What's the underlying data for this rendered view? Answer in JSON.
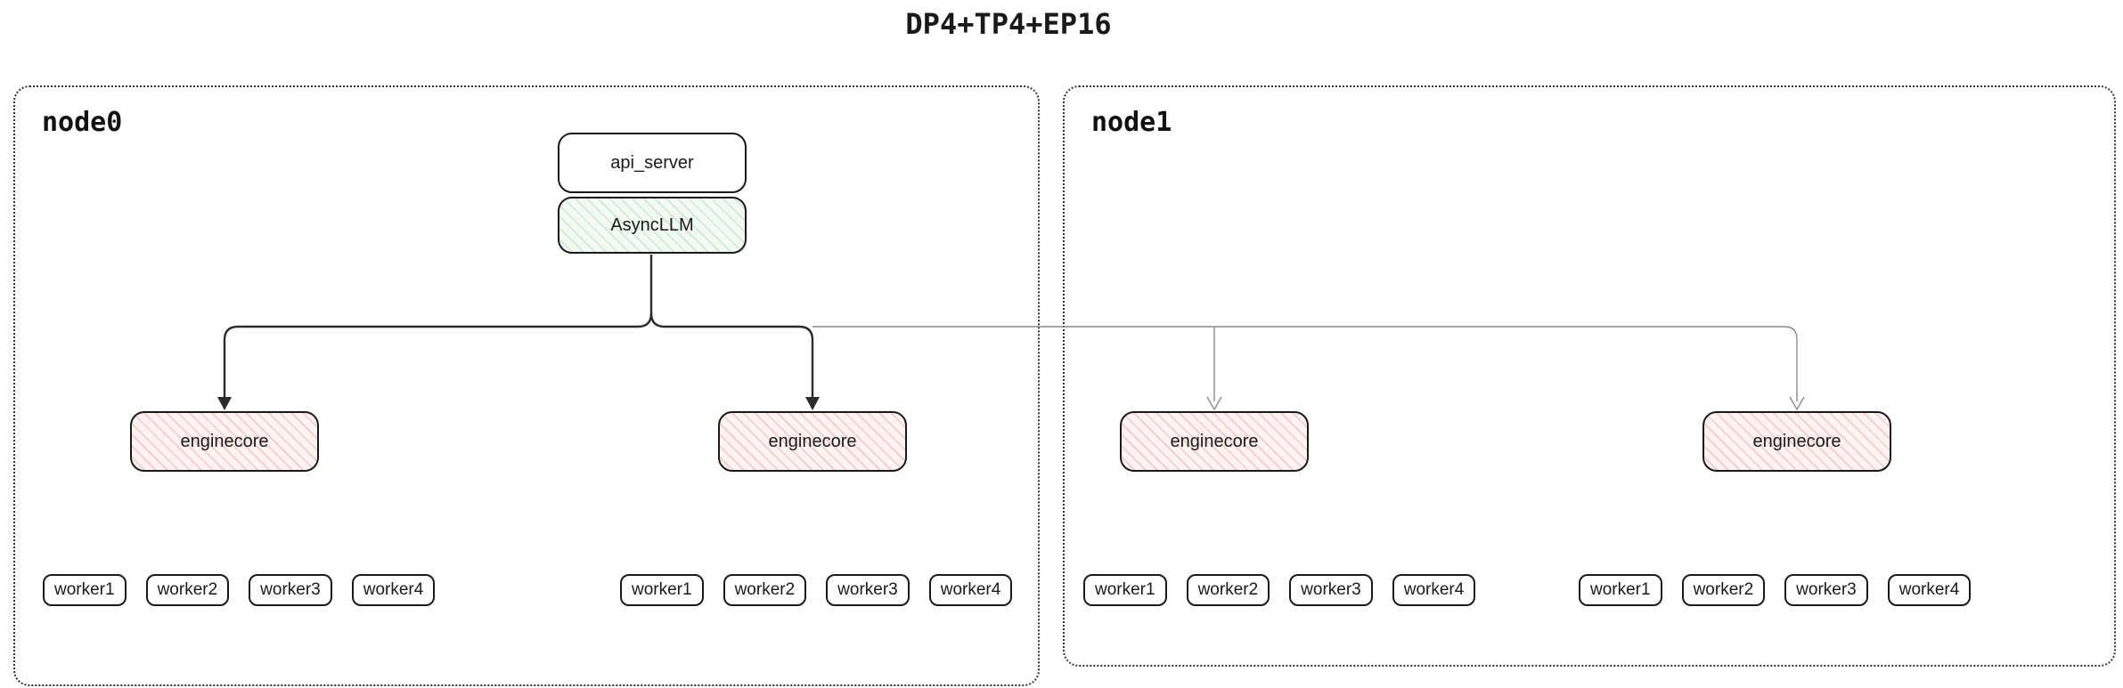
{
  "title": "DP4+TP4+EP16",
  "colors": {
    "box_border": "#1a1a1a",
    "node_border": "#333333",
    "asyncllm_fill": "#f2faf3",
    "asyncllm_hatch": "#66bb6a",
    "enginecore_fill": "#fdf4f2",
    "enginecore_hatch": "#e57373",
    "edge_dark": "#2b2b2b",
    "edge_light": "#8a8a8a"
  },
  "nodes": [
    {
      "label": "node0",
      "api_server_label": "api_server",
      "asyncllm_label": "AsyncLLM",
      "enginecores": [
        {
          "label": "enginecore",
          "workers": [
            "worker1",
            "worker2",
            "worker3",
            "worker4"
          ]
        },
        {
          "label": "enginecore",
          "workers": [
            "worker1",
            "worker2",
            "worker3",
            "worker4"
          ]
        }
      ]
    },
    {
      "label": "node1",
      "enginecores": [
        {
          "label": "enginecore",
          "workers": [
            "worker1",
            "worker2",
            "worker3",
            "worker4"
          ]
        },
        {
          "label": "enginecore",
          "workers": [
            "worker1",
            "worker2",
            "worker3",
            "worker4"
          ]
        }
      ]
    }
  ],
  "edges": [
    {
      "from": "AsyncLLM",
      "to": "node0/enginecore0",
      "style": "dark"
    },
    {
      "from": "AsyncLLM",
      "to": "node0/enginecore1",
      "style": "dark"
    },
    {
      "from": "AsyncLLM",
      "to": "node1/enginecore0",
      "style": "light"
    },
    {
      "from": "AsyncLLM",
      "to": "node1/enginecore1",
      "style": "light"
    }
  ]
}
